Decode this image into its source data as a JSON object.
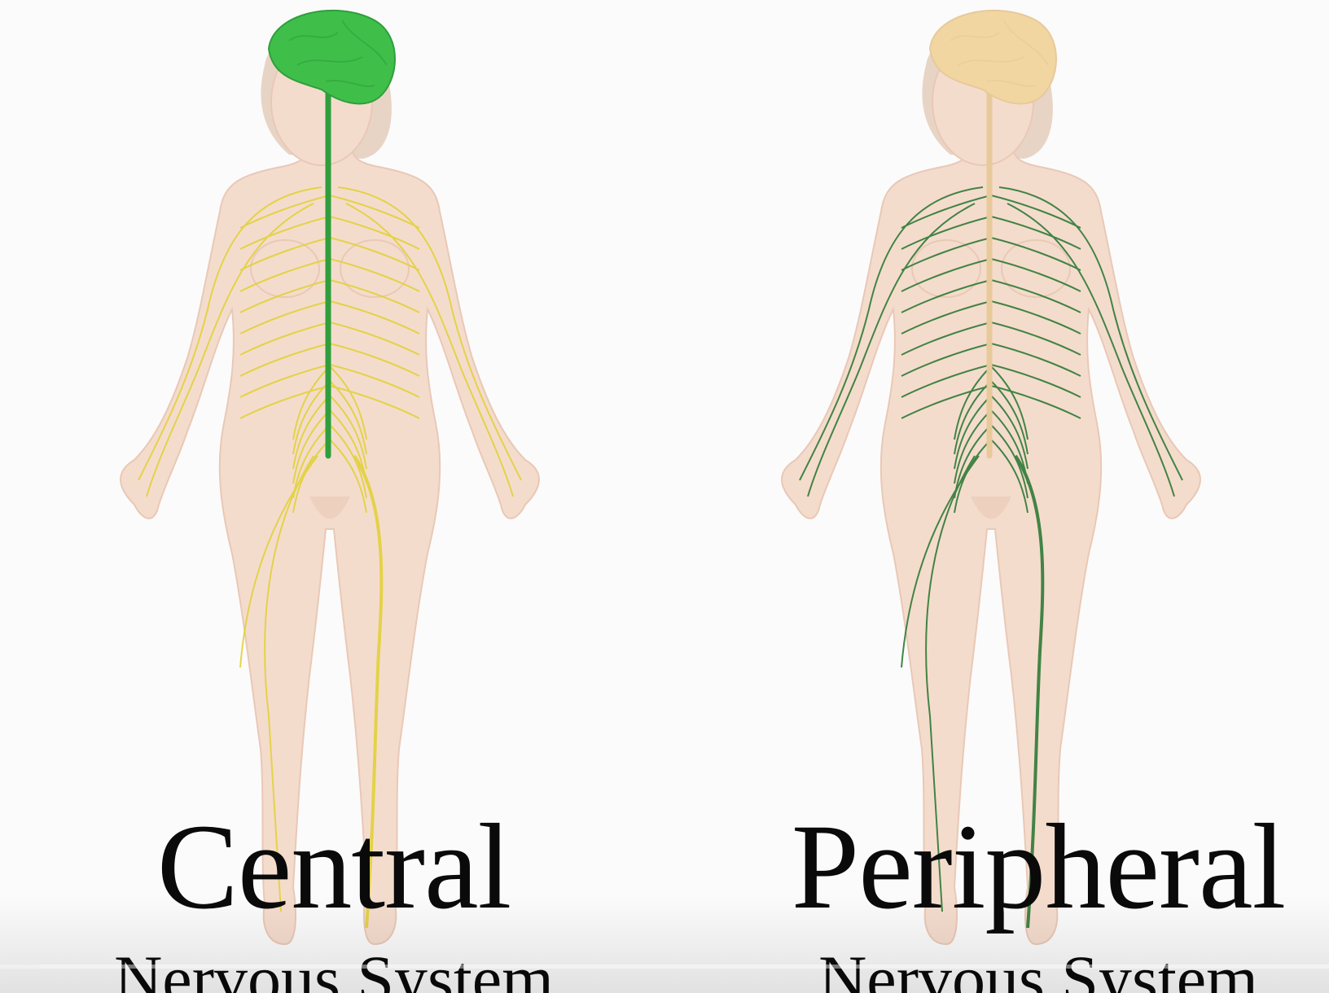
{
  "figures": [
    {
      "id": "left",
      "title": "Central",
      "subtitle": "Nervous System",
      "brain_color": "#3fbf4a",
      "spine_color": "#2f9e3c",
      "nerve_color": "#e2d23a"
    },
    {
      "id": "right",
      "title": "Peripheral",
      "subtitle": "Nervous System",
      "brain_color": "#f2d6a2",
      "spine_color": "#e8c99a",
      "nerve_color": "#2f7a36"
    }
  ],
  "colors": {
    "background": "#fbfbfb",
    "skin": "#f4dccd",
    "skin_shadow": "#e9c8b6",
    "hair": "#e6cfbf",
    "text": "#0a0a0a"
  },
  "video_player": {
    "progress": 0.03
  }
}
